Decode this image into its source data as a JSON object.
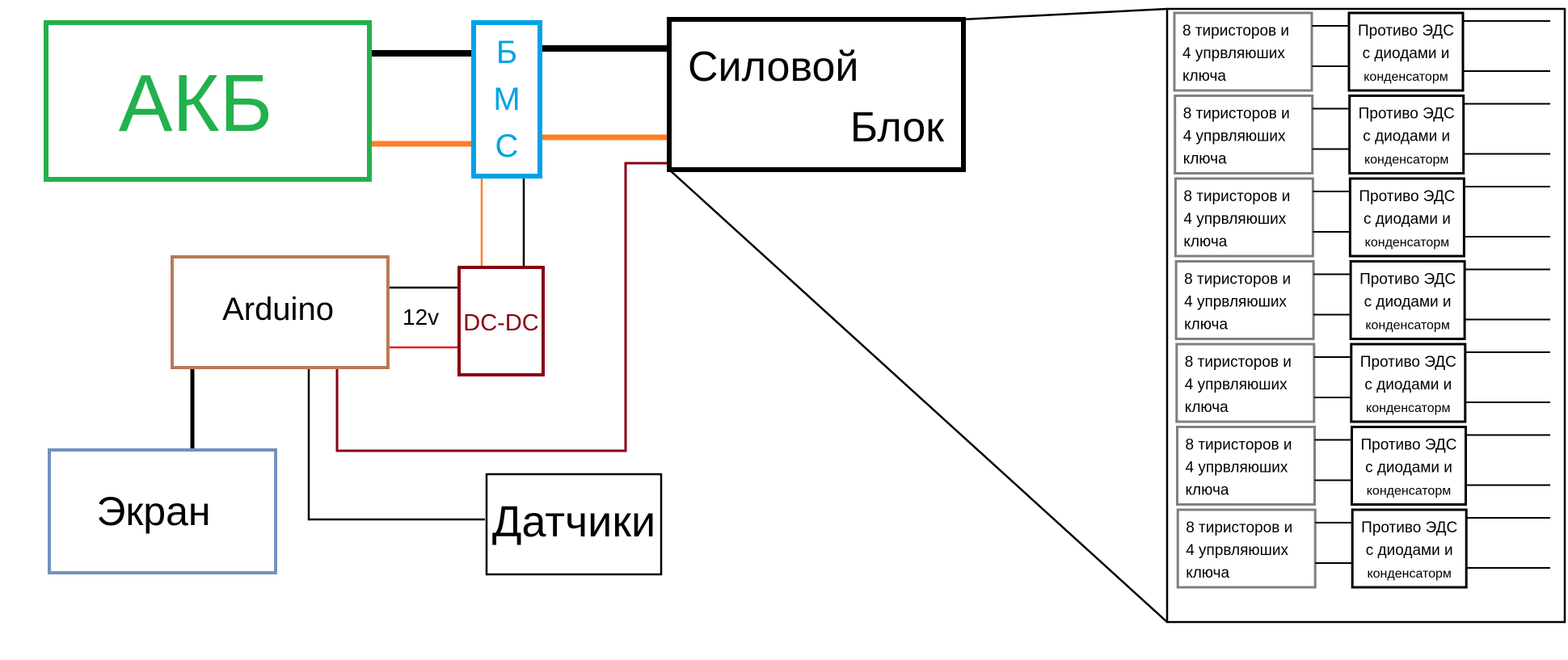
{
  "blocks": {
    "akb": {
      "label": "АКБ",
      "color": "#22b14c"
    },
    "bms": {
      "letters": [
        "Б",
        "М",
        "С"
      ],
      "color": "#00a2e8"
    },
    "power_block": {
      "line1": "Силовой",
      "line2": "Блок",
      "color": "#000000"
    },
    "arduino": {
      "label": "Arduino",
      "color": "#b97a57"
    },
    "dcdc": {
      "label": "DC-DC",
      "color": "#880015"
    },
    "screen": {
      "label": "Экран",
      "color": "#7092be"
    },
    "sensors": {
      "label": "Датчики",
      "color": "#000000"
    }
  },
  "voltage_label": "12v",
  "wire_colors": {
    "black": "#000000",
    "orange": "#ff7f27",
    "dark_red": "#880015",
    "red": "#ed1c24"
  },
  "modules": [
    {
      "thyristor": [
        "8 тиристоров и",
        "4 упрвляюших",
        "ключа"
      ],
      "emf": [
        "Противо ЭДС",
        "с диодами и",
        "конденсаторм"
      ]
    },
    {
      "thyristor": [
        "8 тиристоров и",
        "4 упрвляюших",
        "ключа"
      ],
      "emf": [
        "Противо ЭДС",
        "с диодами и",
        "конденсаторм"
      ]
    },
    {
      "thyristor": [
        "8 тиристоров и",
        "4 упрвляюших",
        "ключа"
      ],
      "emf": [
        "Противо ЭДС",
        "с диодами и",
        "конденсаторм"
      ]
    },
    {
      "thyristor": [
        "8 тиристоров и",
        "4 упрвляюших",
        "ключа"
      ],
      "emf": [
        "Противо ЭДС",
        "с диодами и",
        "конденсаторм"
      ]
    },
    {
      "thyristor": [
        "8 тиристоров и",
        "4 упрвляюших",
        "ключа"
      ],
      "emf": [
        "Противо ЭДС",
        "с диодами и",
        "конденсаторм"
      ]
    },
    {
      "thyristor": [
        "8 тиристоров и",
        "4 упрвляюших",
        "ключа"
      ],
      "emf": [
        "Противо ЭДС",
        "с диодами и",
        "конденсаторм"
      ]
    },
    {
      "thyristor": [
        "8 тиристоров и",
        "4 упрвляюших",
        "ключа"
      ],
      "emf": [
        "Противо ЭДС",
        "с диодами и",
        "конденсаторм"
      ]
    }
  ]
}
